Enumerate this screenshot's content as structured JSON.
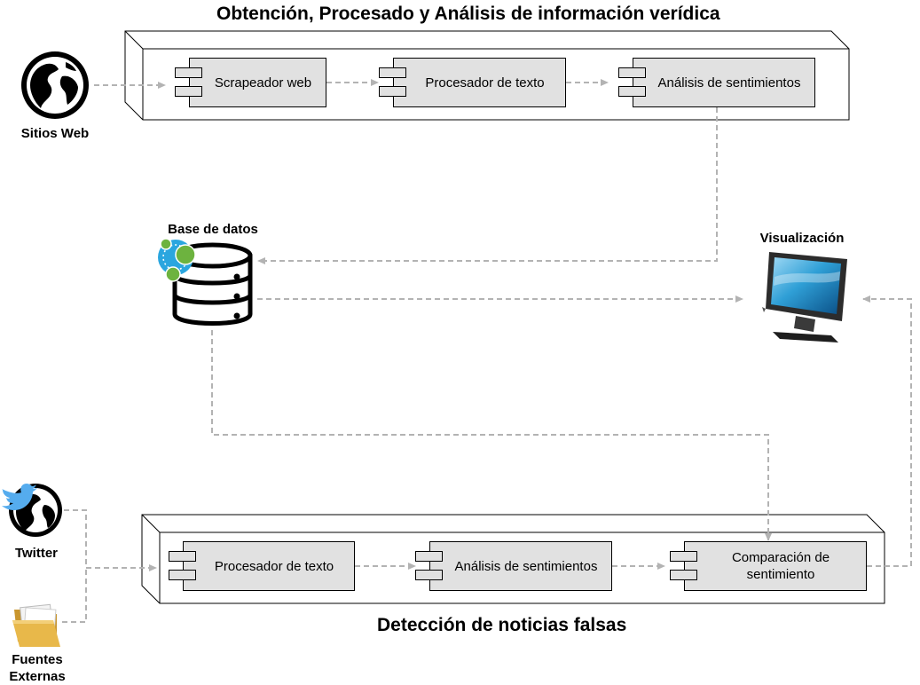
{
  "top_title": "Obtención, Procesado y Análisis de información verídica",
  "bottom_title": "Detección de noticias falsas",
  "top_components": [
    {
      "label": "Scrapeador web"
    },
    {
      "label": "Procesador de texto"
    },
    {
      "label": "Análisis de sentimientos"
    }
  ],
  "bottom_components": [
    {
      "label": "Procesador de texto"
    },
    {
      "label": "Análisis de sentimientos"
    },
    {
      "label": "Comparación de sentimiento"
    }
  ],
  "nodes": {
    "sitios_web": "Sitios Web",
    "base_datos": "Base de datos",
    "visualizacion": "Visualización",
    "twitter": "Twitter",
    "fuentes_externas": "Fuentes Externas"
  },
  "colors": {
    "component_fill": "#e1e1e1",
    "connector": "#b3b3b3",
    "database_accent": "#6db33f",
    "database_blue": "#2aa6df",
    "folder": "#e8b84a",
    "twitter_blue": "#55acee"
  },
  "icons": [
    "globe-icon",
    "database-icon",
    "monitor-icon",
    "twitter-icon",
    "folder-icon"
  ]
}
